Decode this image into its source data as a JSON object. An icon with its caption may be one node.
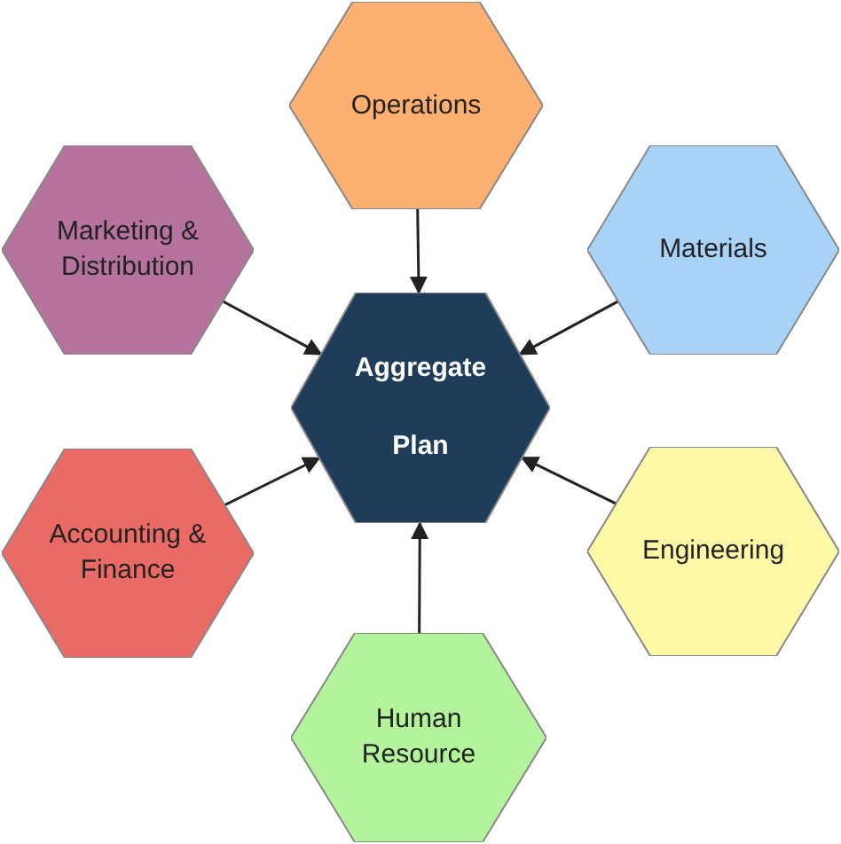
{
  "diagram": {
    "nodes": [
      {
        "text": [
          "Operations"
        ]
      },
      {
        "text": [
          "Marketing & Distribution"
        ]
      },
      {
        "text": [
          "Materials"
        ]
      },
      {
        "text": [
          "Aggregate Plan"
        ]
      },
      {
        "text": [
          "Accounting & Finance"
        ]
      },
      {
        "text": [
          "Engineering"
        ]
      },
      {
        "text": [
          "Human Resource"
        ]
      }
    ],
    "edges": [
      {
        "from": 0,
        "to": 3,
        "arrow": "to"
      },
      {
        "from": 1,
        "to": 3,
        "arrow": "to"
      },
      {
        "from": 2,
        "to": 3,
        "arrow": "to"
      },
      {
        "from": 4,
        "to": 3,
        "arrow": "to"
      },
      {
        "from": 5,
        "to": 3,
        "arrow": "to"
      },
      {
        "from": 6,
        "to": 3,
        "arrow": "to"
      }
    ]
  }
}
